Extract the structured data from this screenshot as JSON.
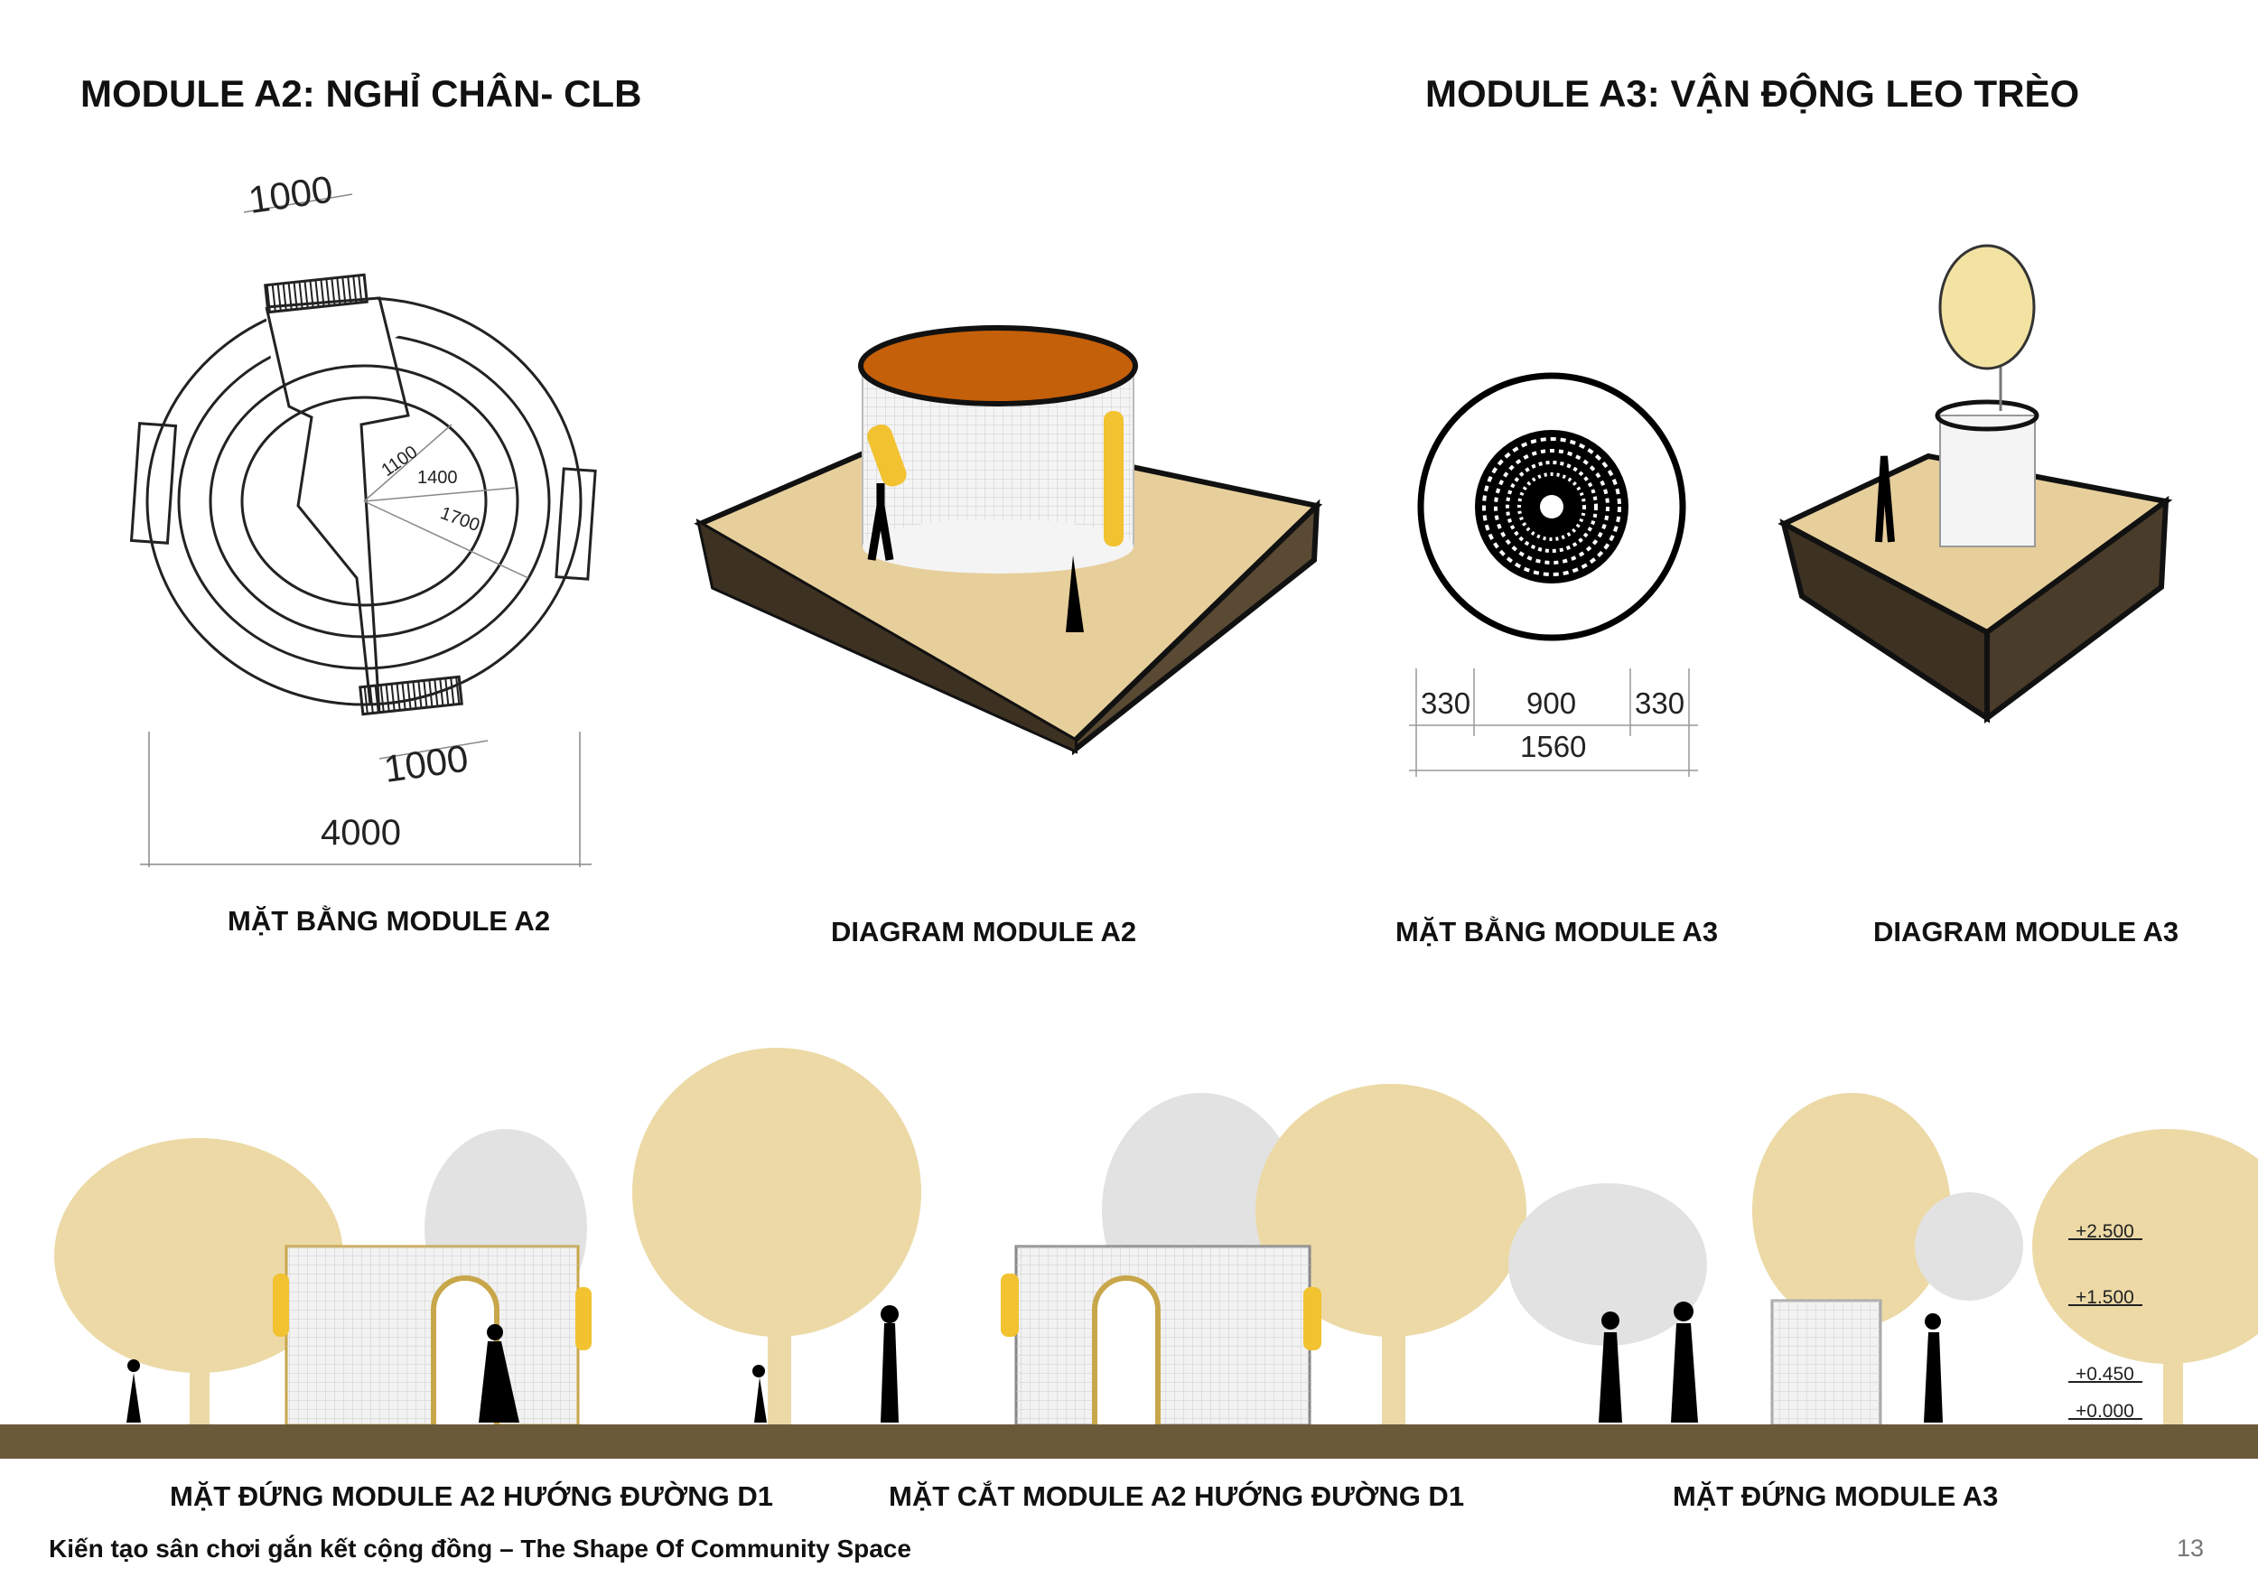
{
  "titles": {
    "module_a2": "MODULE A2: NGHỈ CHÂN- CLB",
    "module_a3": "MODULE A3: VẬN ĐỘNG LEO TRÈO"
  },
  "plan_a2": {
    "caption": "MẶT BẰNG MODULE A2",
    "dims": {
      "top": "1000",
      "bottom": "1000",
      "overall": "4000",
      "r1": "1100",
      "r2": "1400",
      "r3": "1700"
    }
  },
  "diagram_a2": {
    "caption": "DIAGRAM MODULE A2"
  },
  "plan_a3": {
    "caption": "MẶT BẰNG MODULE A3",
    "dims": {
      "left": "330",
      "middle": "900",
      "right": "330",
      "overall": "1560"
    }
  },
  "diagram_a3": {
    "caption": "DIAGRAM MODULE A3"
  },
  "elevations": {
    "a2_elevation": "MẶT ĐỨNG MODULE A2 HƯỚNG ĐƯỜNG D1",
    "a2_section": "MẶT CẮT  MODULE A2 HƯỚNG ĐƯỜNG D1",
    "a3_elevation": "MẶT ĐỨNG MODULE A3",
    "levels": [
      "+2.500",
      "+1.500",
      "+0.450",
      "+0.000"
    ]
  },
  "footer": {
    "text": "Kiến tạo sân chơi gắn kết cộng đồng – The Shape Of Community Space",
    "page": "13"
  },
  "colors": {
    "ground": "#6b5a3a",
    "tree_yellow": "#ecd9a6",
    "tree_gray": "#d9d9d9",
    "roof": "#c45f0a",
    "sand": "#e7cf9c",
    "soil": "#4a3c2a",
    "accent_yellow": "#f2c230"
  }
}
